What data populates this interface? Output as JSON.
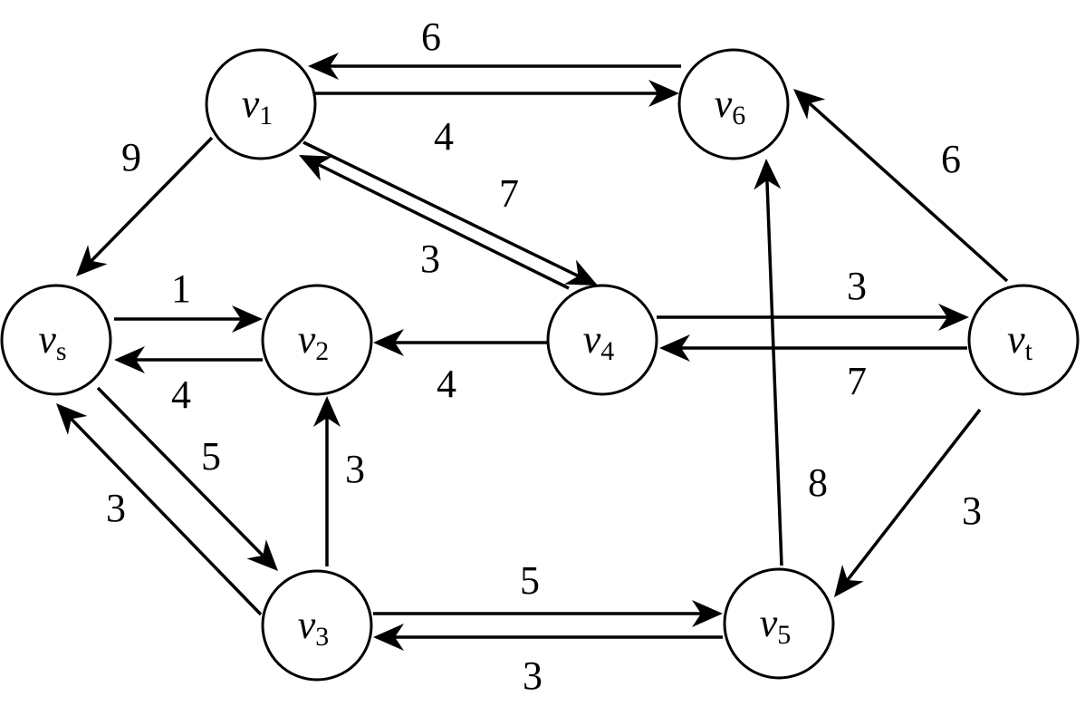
{
  "nodes": [
    {
      "id": "vs",
      "letter": "v",
      "sub": "s"
    },
    {
      "id": "v1",
      "letter": "v",
      "sub": "1"
    },
    {
      "id": "v2",
      "letter": "v",
      "sub": "2"
    },
    {
      "id": "v3",
      "letter": "v",
      "sub": "3"
    },
    {
      "id": "v4",
      "letter": "v",
      "sub": "4"
    },
    {
      "id": "v5",
      "letter": "v",
      "sub": "5"
    },
    {
      "id": "v6",
      "letter": "v",
      "sub": "6"
    },
    {
      "id": "vt",
      "letter": "v",
      "sub": "t"
    }
  ],
  "edges": [
    {
      "from": "v6",
      "to": "v1",
      "label": "6"
    },
    {
      "from": "v1",
      "to": "v6",
      "label": "4"
    },
    {
      "from": "v1",
      "to": "vs",
      "label": "9"
    },
    {
      "from": "v1",
      "to": "v4",
      "label": "7"
    },
    {
      "from": "v4",
      "to": "v1",
      "label": "3"
    },
    {
      "from": "vt",
      "to": "v6",
      "label": "6"
    },
    {
      "from": "vs",
      "to": "v2",
      "label": "1"
    },
    {
      "from": "v2",
      "to": "vs",
      "label": "4"
    },
    {
      "from": "v4",
      "to": "v2",
      "label": "4"
    },
    {
      "from": "v4",
      "to": "vt",
      "label": "3"
    },
    {
      "from": "vt",
      "to": "v4",
      "label": "7"
    },
    {
      "from": "vs",
      "to": "v3",
      "label": "5"
    },
    {
      "from": "v3",
      "to": "vs",
      "label": "3"
    },
    {
      "from": "v3",
      "to": "v2",
      "label": "3"
    },
    {
      "from": "v5",
      "to": "v6",
      "label": "8"
    },
    {
      "from": "vt",
      "to": "v5",
      "label": "3"
    },
    {
      "from": "v3",
      "to": "v5",
      "label": "5"
    },
    {
      "from": "v5",
      "to": "v3",
      "label": "3"
    }
  ]
}
